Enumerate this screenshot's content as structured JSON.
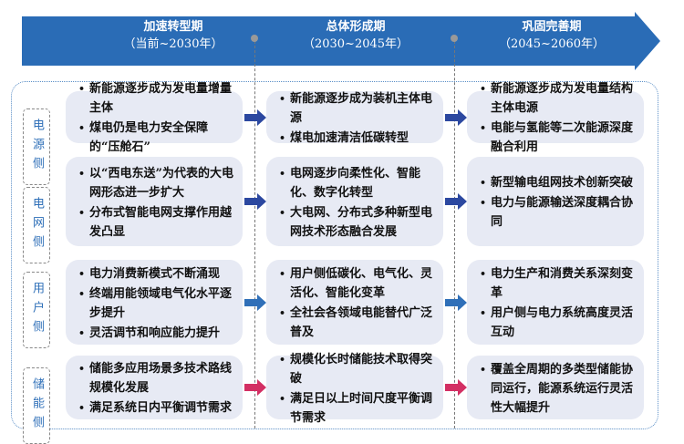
{
  "phases": [
    {
      "title": "加速转型期",
      "period": "（当前~2030年）"
    },
    {
      "title": "总体形成期",
      "period": "（2030~2045年）"
    },
    {
      "title": "巩固完善期",
      "period": "（2045~2060年）"
    }
  ],
  "colors": {
    "banner": "#2a6cb6",
    "box": "#e7eaf4",
    "arrow_dark": "#2c48a0",
    "arrow_blue": "#2f6fb8",
    "arrow_pink": "#d32f63"
  },
  "rows": [
    {
      "label": "电源侧",
      "cells": [
        [
          "新能源逐步成为发电量增量主体",
          "煤电仍是电力安全保障的“压舱石”"
        ],
        [
          "新能源逐步成为装机主体电源",
          "煤电加速清洁低碳转型"
        ],
        [
          "新能源逐步成为发电量结构主体电源",
          "电能与氢能等二次能源深度融合利用"
        ]
      ]
    },
    {
      "label": "电网侧",
      "cells": [
        [
          "以“西电东送”为代表的大电网形态进一步扩大",
          "分布式智能电网支撑作用越发凸显"
        ],
        [
          "电网逐步向柔性化、智能化、数字化转型",
          "大电网、分布式多种新型电网技术形态融合发展"
        ],
        [
          "新型输电组网技术创新突破",
          "电力与能源输送深度耦合协同"
        ]
      ]
    },
    {
      "label": "用户侧",
      "cells": [
        [
          "电力消费新模式不断涌现",
          "终端用能领域电气化水平逐步提升",
          "灵活调节和响应能力提升"
        ],
        [
          "用户侧低碳化、电气化、灵活化、智能化变革",
          "全社会各领域电能替代广泛普及"
        ],
        [
          "电力生产和消费关系深刻变革",
          "用户侧与电力系统高度灵活互动"
        ]
      ]
    },
    {
      "label": "储能侧",
      "cells": [
        [
          "储能多应用场景多技术路线规模化发展",
          "满足系统日内平衡调节需求"
        ],
        [
          "规模化长时储能技术取得突破",
          "满足日以上时间尺度平衡调节需求"
        ],
        [
          "覆盖全周期的多类型储能协同运行，能源系统运行灵活性大幅提升"
        ]
      ]
    }
  ]
}
